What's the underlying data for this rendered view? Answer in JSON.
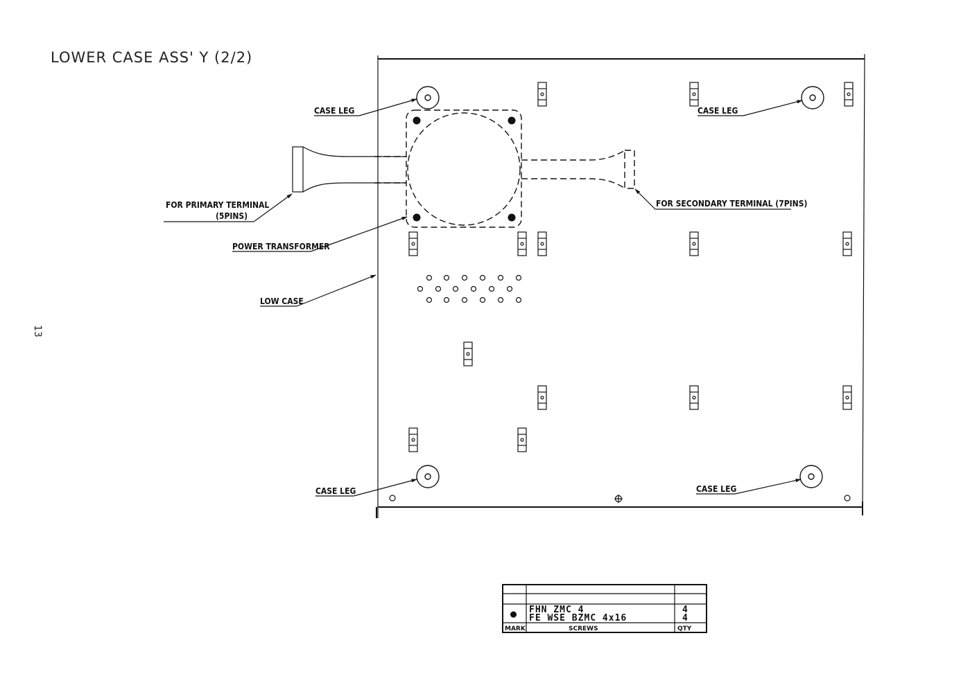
{
  "title": "LOWER CASE ASS' Y (2/2)",
  "page_number": "13",
  "labels": {
    "case_leg_tl": "CASE LEG",
    "case_leg_tr": "CASE LEG",
    "case_leg_bl": "CASE LEG",
    "case_leg_br": "CASE LEG",
    "primary_terminal_line1": "FOR PRIMARY TERMINAL",
    "primary_terminal_line2": "(5PINS)",
    "secondary_terminal": "FOR SECONDARY TERMINAL (7PINS)",
    "power_transformer": "POWER TRANSFORMER",
    "low_case": "LOW CASE"
  },
  "parts_table": {
    "rows": [
      {
        "mark": "",
        "screws": "FHN ZMC 4",
        "qty": "4"
      },
      {
        "mark": "●",
        "screws": "FE WSE BZMC 4x16",
        "qty": "4"
      }
    ],
    "header": {
      "mark": "MARK",
      "screws": "SCREWS",
      "qty": "QTY"
    }
  }
}
